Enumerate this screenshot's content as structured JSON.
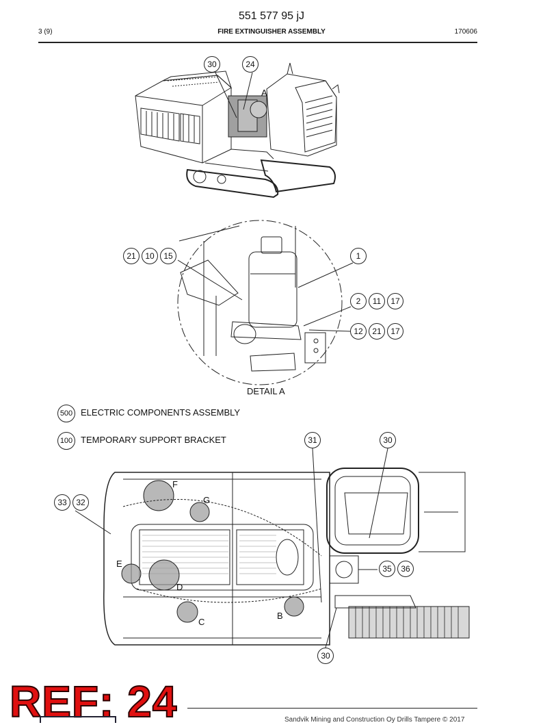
{
  "header": {
    "doc_number": "551 577 95 jJ",
    "page": "3 (9)",
    "title": "FIRE EXTINGUISHER ASSEMBLY",
    "date": "170606"
  },
  "callouts_top": [
    "30",
    "24"
  ],
  "top_letter": "A",
  "detail": {
    "label": "DETAIL A",
    "callouts": [
      "21",
      "10",
      "15",
      "1",
      "2",
      "11",
      "17",
      "12",
      "21",
      "17"
    ]
  },
  "legend": [
    {
      "number": "500",
      "text": "ELECTRIC COMPONENTS ASSEMBLY"
    },
    {
      "number": "100",
      "text": "TEMPORARY SUPPORT BRACKET"
    }
  ],
  "plan": {
    "callouts": [
      "31",
      "30",
      "33",
      "32",
      "35",
      "36",
      "30"
    ],
    "letters": [
      "F",
      "G",
      "E",
      "D",
      "C",
      "B"
    ]
  },
  "ref_stamp": "REF: 24",
  "footer": "Sandvik Mining and Construction Oy Drills Tampere © 2017",
  "colors": {
    "stamp": "#e01010",
    "line": "#222222",
    "shade": "#9a9a9a"
  }
}
